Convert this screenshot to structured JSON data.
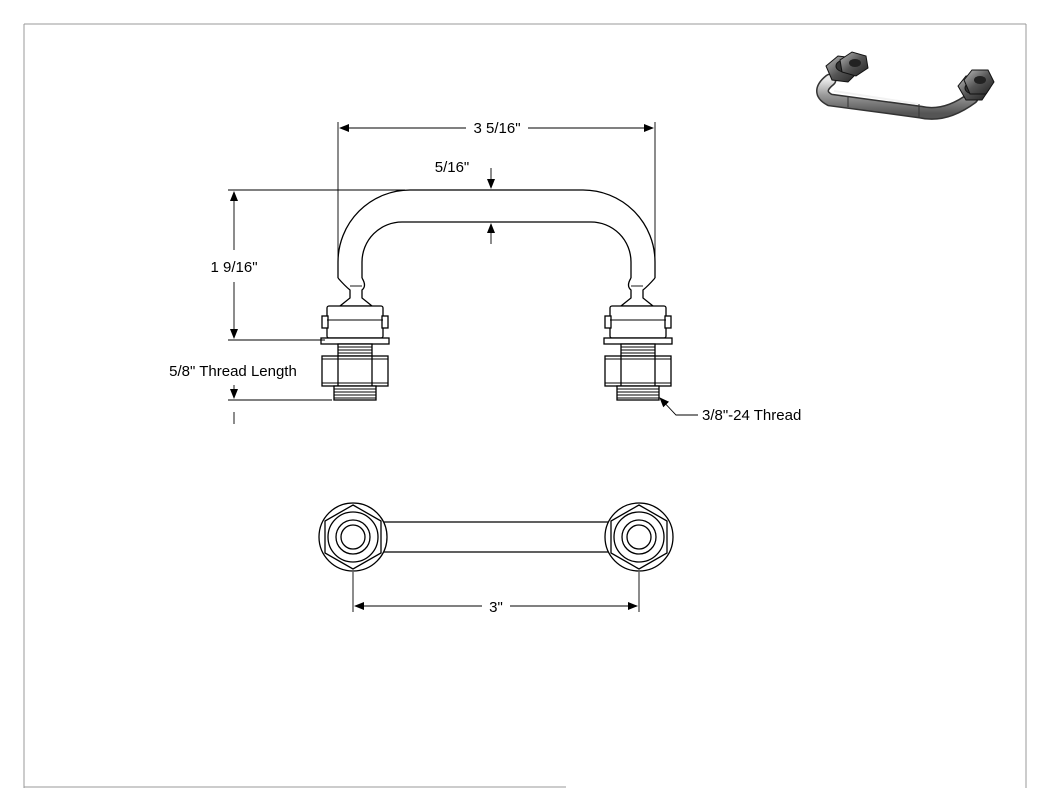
{
  "drawing": {
    "dimensions": {
      "overall_width": "3 5/16\"",
      "rod_diameter": "5/16\"",
      "height": "1 9/16\"",
      "thread_length": "5/8\" Thread Length",
      "thread_spec": "3/8\"-24 Thread",
      "center_to_center": "3\""
    },
    "views": [
      "front-view",
      "top-view",
      "isometric-view"
    ]
  }
}
